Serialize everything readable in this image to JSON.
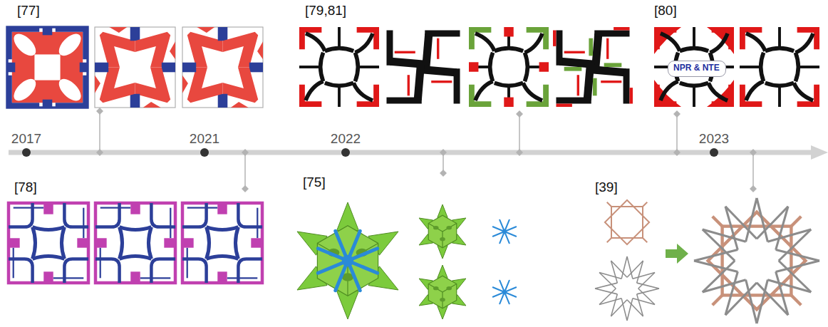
{
  "diagram": {
    "nodes": [
      {
        "text": [
          "NPR & NTE"
        ]
      }
    ],
    "labels": [
      "[77]",
      "[79,81]",
      "[80]",
      "2017",
      "2021",
      "2022",
      "2023",
      "[78]",
      "[75]",
      "[39]"
    ]
  }
}
